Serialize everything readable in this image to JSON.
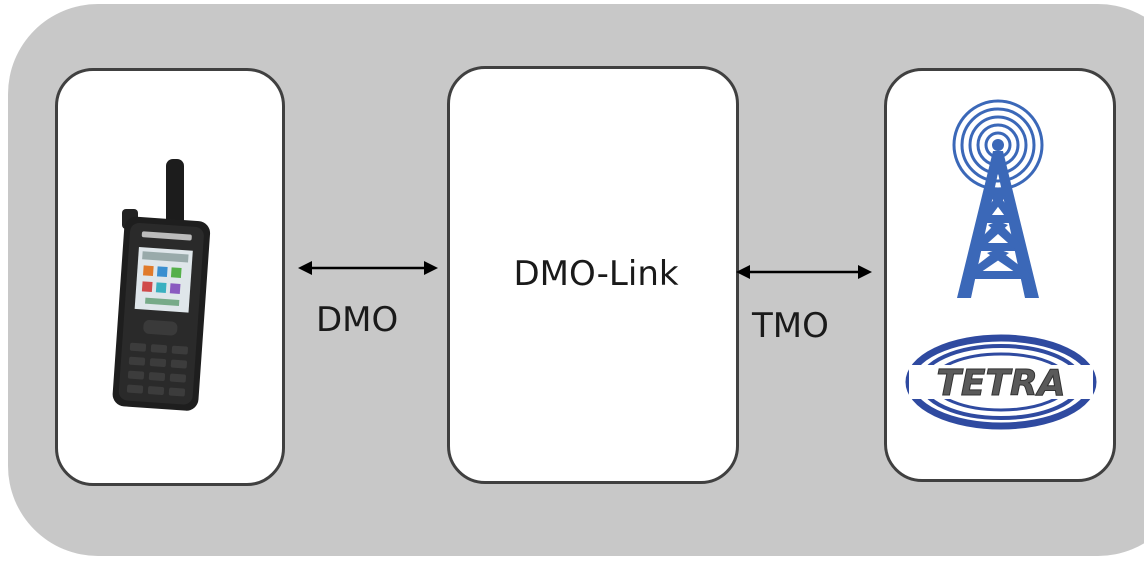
{
  "diagram": {
    "center_box_label": "DMO-Link",
    "left_link_label": "DMO",
    "right_link_label": "TMO",
    "logo_text": "TETRA",
    "colors": {
      "panel": "#c8c8c8",
      "box_fill": "#ffffff",
      "box_border": "#404040",
      "tower_blue": "#3b68b8",
      "logo_blue": "#2f4aa0",
      "logo_gray": "#5a5a5a"
    },
    "icons": [
      "handheld-radio-icon",
      "radio-tower-icon",
      "tetra-logo-icon"
    ]
  }
}
